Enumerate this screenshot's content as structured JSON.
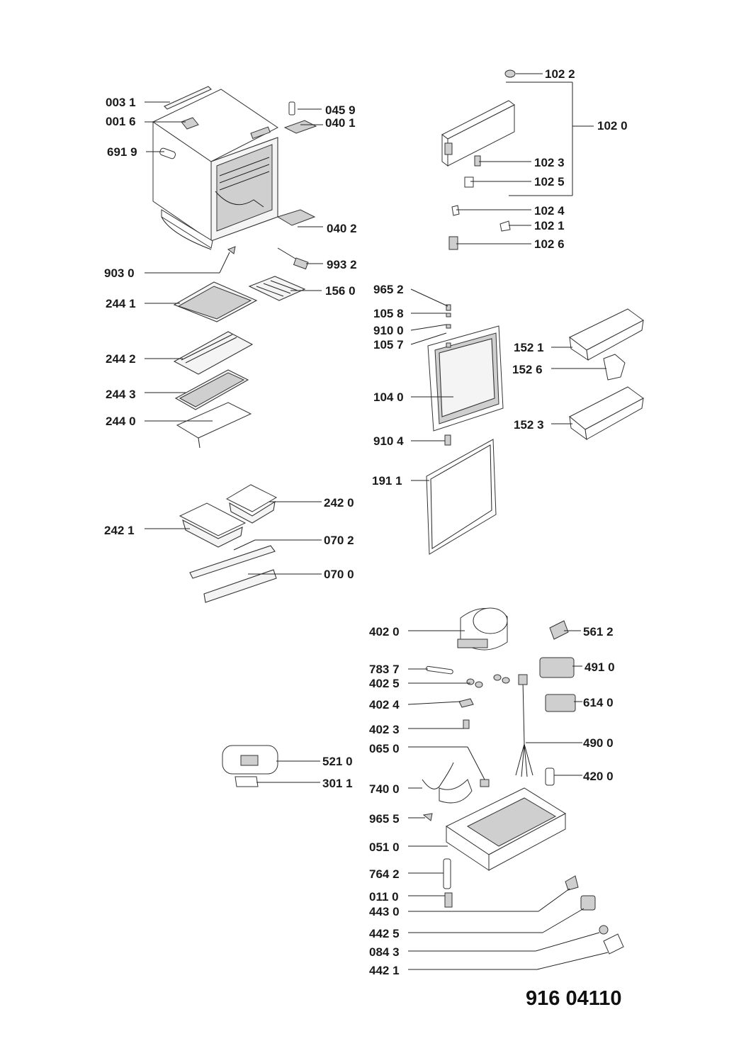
{
  "document_code": "916 04110",
  "labels": {
    "p0031": "003 1",
    "p0016": "001 6",
    "p6919": "691 9",
    "p0459": "045 9",
    "p0401": "040 1",
    "p0402": "040 2",
    "p9030": "903 0",
    "p9932": "993 2",
    "p1560": "156 0",
    "p2441": "244 1",
    "p2442": "244 2",
    "p2443": "244 3",
    "p2440": "244 0",
    "p2420": "242 0",
    "p2421": "242 1",
    "p0702": "070 2",
    "p0700": "070 0",
    "p1022": "102 2",
    "p1020": "102 0",
    "p1023": "102 3",
    "p1025": "102 5",
    "p1024": "102 4",
    "p1021": "102 1",
    "p1026": "102 6",
    "p9652": "965 2",
    "p1058": "105 8",
    "p9100": "910 0",
    "p1057": "105 7",
    "p1040": "104 0",
    "p9104": "910 4",
    "p1911": "191 1",
    "p1521": "152 1",
    "p1526": "152 6",
    "p1523": "152 3",
    "p4020": "402 0",
    "p7837": "783 7",
    "p4025": "402 5",
    "p4024": "402 4",
    "p4023": "402 3",
    "p0650": "065 0",
    "p7400": "740 0",
    "p9655": "965 5",
    "p0510": "051 0",
    "p7642": "764 2",
    "p0110": "011 0",
    "p4430": "443 0",
    "p4425": "442 5",
    "p0843": "084 3",
    "p4421": "442 1",
    "p5612": "561 2",
    "p4910": "491 0",
    "p6140": "614 0",
    "p4900": "490 0",
    "p4200": "420 0",
    "p5210": "521 0",
    "p3011": "301 1"
  }
}
